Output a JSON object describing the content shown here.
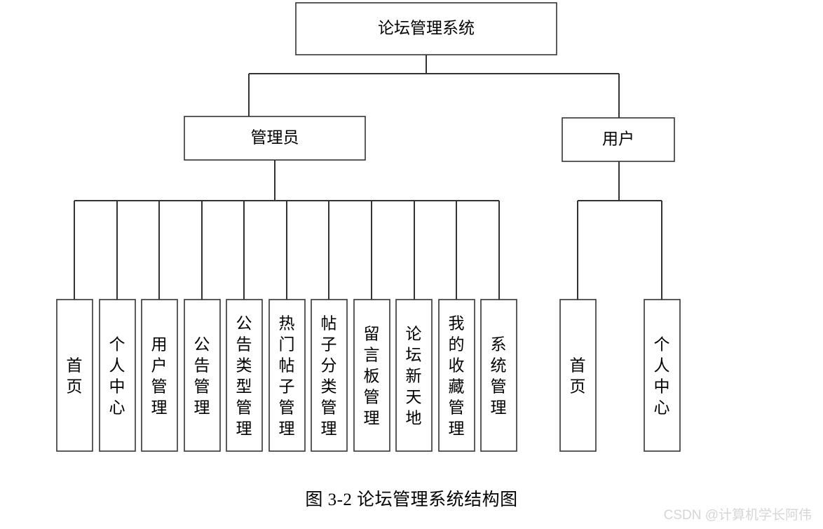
{
  "figure": {
    "caption": "图 3-2 论坛管理系统结构图",
    "watermark": "CSDN @计算机学长阿伟",
    "colors": {
      "background": "#ffffff",
      "box_stroke": "#333333",
      "box_fill": "#ffffff",
      "text": "#000000",
      "watermark": "#d6d6d6"
    }
  },
  "chart_data": {
    "type": "diagram",
    "diagram_kind": "tree",
    "title": "论坛管理系统结构图",
    "orientation": "top-down",
    "root": {
      "id": "root",
      "label": "论坛管理系统",
      "text_orientation": "horizontal"
    },
    "branches": [
      {
        "id": "admin",
        "label": "管理员",
        "text_orientation": "horizontal",
        "children": [
          {
            "id": "admin-home",
            "label": "首页",
            "text_orientation": "vertical"
          },
          {
            "id": "admin-personal-center",
            "label": "个人中心",
            "text_orientation": "vertical"
          },
          {
            "id": "admin-user-mgmt",
            "label": "用户管理",
            "text_orientation": "vertical"
          },
          {
            "id": "admin-notice-mgmt",
            "label": "公告管理",
            "text_orientation": "vertical"
          },
          {
            "id": "admin-notice-type-mgmt",
            "label": "公告类型管理",
            "text_orientation": "vertical"
          },
          {
            "id": "admin-hot-post-mgmt",
            "label": "热门帖子管理",
            "text_orientation": "vertical"
          },
          {
            "id": "admin-post-category-mgmt",
            "label": "帖子分类管理",
            "text_orientation": "vertical"
          },
          {
            "id": "admin-message-board-mgmt",
            "label": "留言板管理",
            "text_orientation": "vertical"
          },
          {
            "id": "admin-forum-new-world",
            "label": "论坛新天地",
            "text_orientation": "vertical"
          },
          {
            "id": "admin-my-favorites-mgmt",
            "label": "我的收藏管理",
            "text_orientation": "vertical"
          },
          {
            "id": "admin-system-mgmt",
            "label": "系统管理",
            "text_orientation": "vertical"
          }
        ]
      },
      {
        "id": "user",
        "label": "用户",
        "text_orientation": "horizontal",
        "children": [
          {
            "id": "user-home",
            "label": "首页",
            "text_orientation": "vertical"
          },
          {
            "id": "user-personal-center",
            "label": "个人中心",
            "text_orientation": "vertical"
          }
        ]
      }
    ]
  }
}
